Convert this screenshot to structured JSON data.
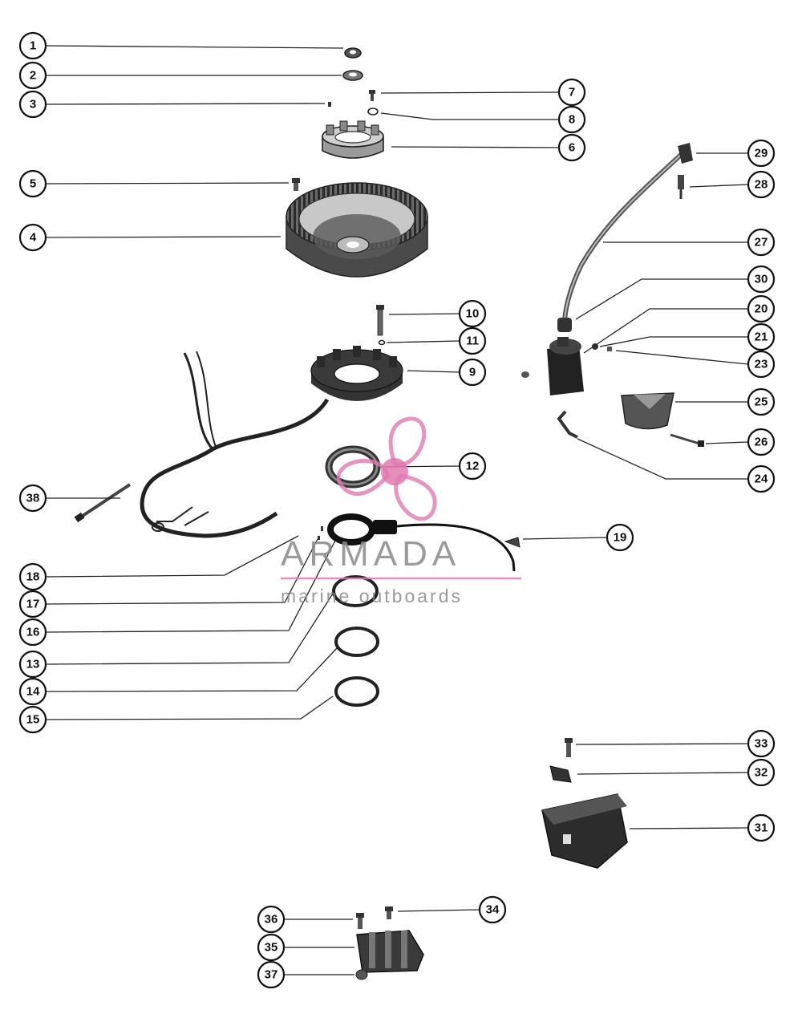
{
  "diagram": {
    "callouts": [
      {
        "label": "1"
      },
      {
        "label": "2"
      },
      {
        "label": "3"
      },
      {
        "label": "4"
      },
      {
        "label": "5"
      },
      {
        "label": "6"
      },
      {
        "label": "7"
      },
      {
        "label": "8"
      },
      {
        "label": "9"
      },
      {
        "label": "10"
      },
      {
        "label": "11"
      },
      {
        "label": "12"
      },
      {
        "label": "13"
      },
      {
        "label": "14"
      },
      {
        "label": "15"
      },
      {
        "label": "16"
      },
      {
        "label": "17"
      },
      {
        "label": "18"
      },
      {
        "label": "19"
      },
      {
        "label": "20"
      },
      {
        "label": "21"
      },
      {
        "label": "23"
      },
      {
        "label": "24"
      },
      {
        "label": "25"
      },
      {
        "label": "26"
      },
      {
        "label": "27"
      },
      {
        "label": "28"
      },
      {
        "label": "29"
      },
      {
        "label": "30"
      },
      {
        "label": "31"
      },
      {
        "label": "32"
      },
      {
        "label": "33"
      },
      {
        "label": "34"
      },
      {
        "label": "35"
      },
      {
        "label": "36"
      },
      {
        "label": "37"
      },
      {
        "label": "38"
      }
    ]
  },
  "watermark": {
    "brand": "ARMADA",
    "tagline": "marine outboards",
    "logo_icon": "propeller-icon",
    "accent_color": "#e07ab0"
  }
}
